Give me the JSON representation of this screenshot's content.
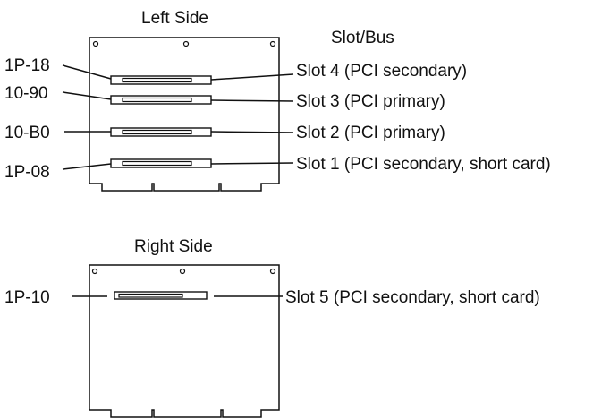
{
  "colors": {
    "line": "#111111",
    "background": "#ffffff"
  },
  "diagram": {
    "slot_bus_title": "Slot/Bus",
    "left": {
      "title": "Left Side",
      "slots": [
        {
          "id": "1P-18",
          "label": "Slot 4 (PCI secondary)"
        },
        {
          "id": "10-90",
          "label": "Slot 3 (PCI primary)"
        },
        {
          "id": "10-B0",
          "label": "Slot 2 (PCI primary)"
        },
        {
          "id": "1P-08",
          "label": "Slot 1 (PCI secondary, short card)"
        }
      ]
    },
    "right": {
      "title": "Right Side",
      "slots": [
        {
          "id": "1P-10",
          "label": "Slot 5 (PCI secondary, short card)"
        }
      ]
    }
  }
}
